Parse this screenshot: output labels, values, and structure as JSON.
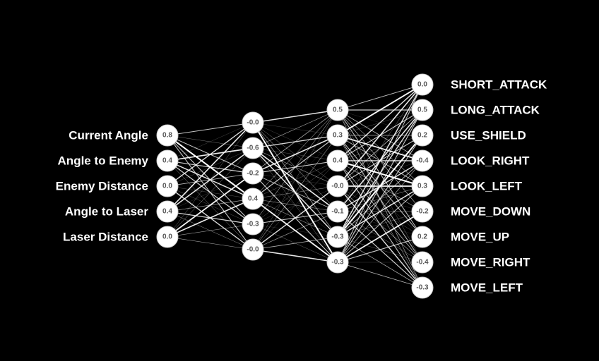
{
  "network": {
    "layers": [
      {
        "name": "input",
        "labels": [
          "Current Angle",
          "Angle to Enemy",
          "Enemy Distance",
          "Angle to Laser",
          "Laser Distance"
        ],
        "values": [
          "0.8",
          "0.4",
          "0.0",
          "0.4",
          "0.0"
        ]
      },
      {
        "name": "hidden-1",
        "values": [
          "-0.0",
          "-0.6",
          "-0.2",
          "0.4",
          "-0.3",
          "-0.0"
        ]
      },
      {
        "name": "hidden-2",
        "values": [
          "0.5",
          "0.3",
          "0.4",
          "-0.0",
          "-0.1",
          "-0.3",
          "-0.3"
        ]
      },
      {
        "name": "output",
        "labels": [
          "SHORT_ATTACK",
          "LONG_ATTACK",
          "USE_SHIELD",
          "LOOK_RIGHT",
          "LOOK_LEFT",
          "MOVE_DOWN",
          "MOVE_UP",
          "MOVE_RIGHT",
          "MOVE_LEFT"
        ],
        "values": [
          "0.0",
          "0.5",
          "0.2",
          "-0.4",
          "0.3",
          "-0.2",
          "0.2",
          "-0.4",
          "-0.3"
        ]
      }
    ],
    "colors": {
      "background": "#000000",
      "node_fill": "#ffffff",
      "node_text": "#555555",
      "label_text": "#ffffff",
      "edge": "#ffffff"
    }
  }
}
